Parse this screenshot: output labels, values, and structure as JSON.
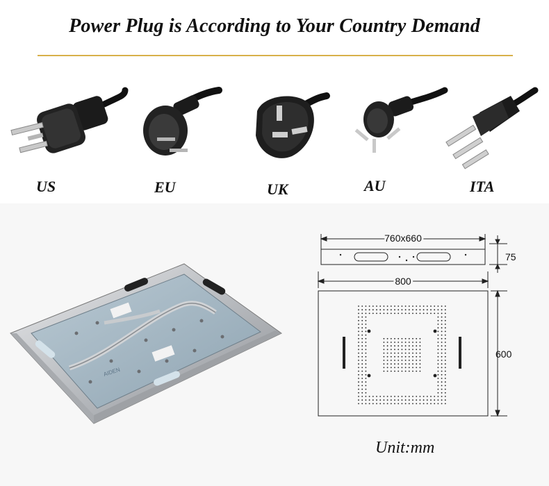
{
  "header": {
    "title": "Power Plug is According to Your Country Demand"
  },
  "plugs": [
    {
      "label": "US",
      "icon": "us-plug-icon"
    },
    {
      "label": "EU",
      "icon": "eu-plug-icon"
    },
    {
      "label": "UK",
      "icon": "uk-plug-icon"
    },
    {
      "label": "AU",
      "icon": "au-plug-icon"
    },
    {
      "label": "ITA",
      "icon": "ita-plug-icon"
    }
  ],
  "drawing": {
    "top_dim": "760x660",
    "height_dim": "75",
    "width_dim": "800",
    "depth_dim": "600",
    "unit": "Unit:mm"
  },
  "product_image": {
    "brand_watermark": "AIDEN"
  },
  "colors": {
    "accent_rule": "#d8b04a",
    "lower_bg": "#f7f7f7"
  }
}
